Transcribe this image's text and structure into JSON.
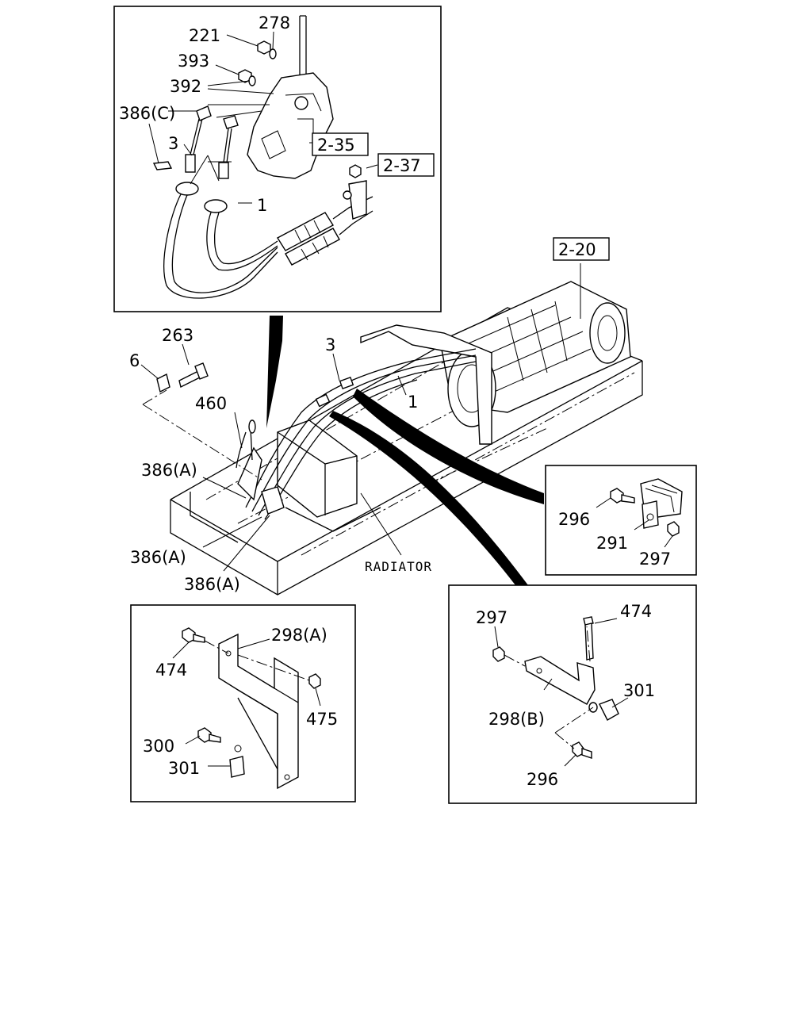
{
  "labels": {
    "p278": "278",
    "p221": "221",
    "p393": "393",
    "p392": "392",
    "p386c": "386(C)",
    "p3_top": "3",
    "p1_top": "1",
    "ref_2_35": "2-35",
    "ref_2_37": "2-37",
    "ref_2_20": "2-20",
    "p263": "263",
    "p6": "6",
    "p460": "460",
    "p3_main": "3",
    "p1_main": "1",
    "p386a_1": "386(A)",
    "p386a_2": "386(A)",
    "p386a_3": "386(A)",
    "radiator": "RADIATOR",
    "r296": "296",
    "r291": "291",
    "r297": "297",
    "bl474": "474",
    "bl298a": "298(A)",
    "bl475": "475",
    "bl300": "300",
    "bl301": "301",
    "br297": "297",
    "br474": "474",
    "br301": "301",
    "br298b": "298(B)",
    "br296": "296"
  }
}
